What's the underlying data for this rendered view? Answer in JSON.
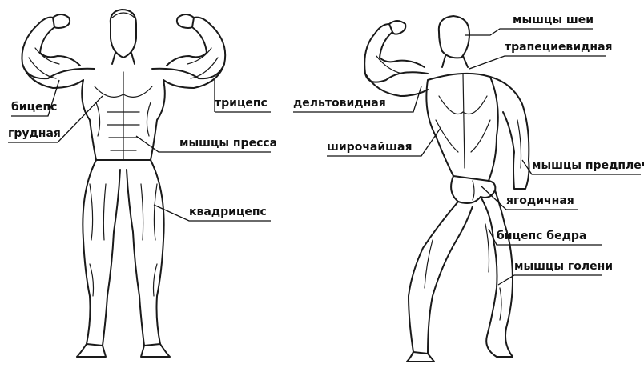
{
  "front_labels": {
    "biceps": "бицепс",
    "chest": "грудная",
    "triceps": "трицепс",
    "abs": "мышцы пресса",
    "quadriceps": "квадрицепс"
  },
  "back_labels": {
    "neck": "мышцы шеи",
    "trapezius": "трапециевидная",
    "deltoid": "дельтовидная",
    "latissimus": "широчайшая",
    "forearm": "мышцы предплечья",
    "gluteus": "ягодичная",
    "hamstring": "бицепс бедра",
    "calf": "мышцы голени"
  }
}
